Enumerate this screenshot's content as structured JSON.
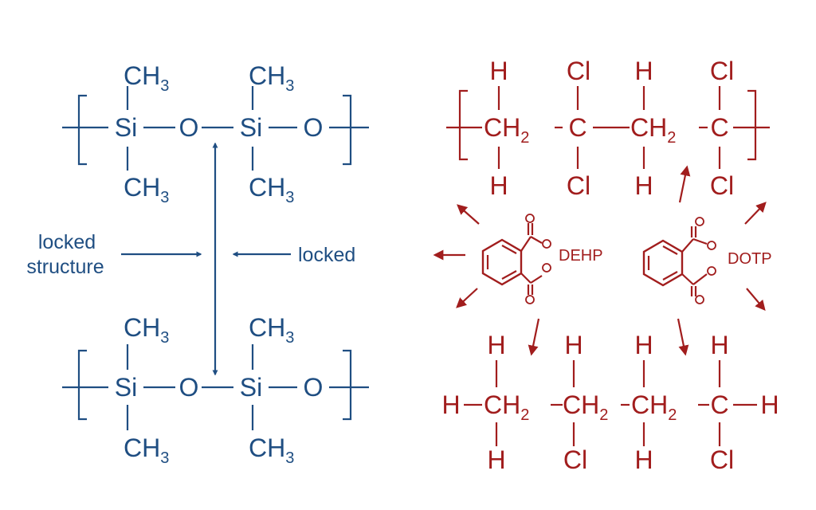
{
  "colors": {
    "silicone": "#1f4e82",
    "pvc": "#a11d1d",
    "background": "#ffffff"
  },
  "silicone": {
    "methyl": "CH",
    "methyl_subscript": "3",
    "silicon": "Si",
    "oxygen": "O",
    "annotation_left_line1": "locked",
    "annotation_left_line2": "structure",
    "annotation_right": "locked"
  },
  "pvc": {
    "hydrogen": "H",
    "chlorine": "Cl",
    "methylene": "CH",
    "methylene_subscript": "2",
    "carbon": "C"
  },
  "plasticizers": {
    "left_name": "DEHP",
    "right_name": "DOTP",
    "oxygen": "O"
  }
}
